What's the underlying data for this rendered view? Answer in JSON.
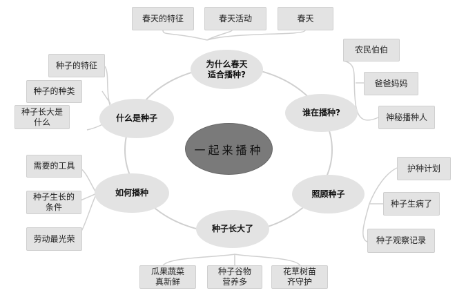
{
  "center": "一起来播种",
  "branches": {
    "why_spring": {
      "label": "为什么春天\n适合播种?",
      "items": [
        "春天的特征",
        "春天活动",
        "春天"
      ]
    },
    "who_sows": {
      "label": "谁在播种?",
      "items": [
        "农民伯伯",
        "爸爸妈妈",
        "神秘播种人"
      ]
    },
    "care": {
      "label": "照顾种子",
      "items": [
        "护种计划",
        "种子生病了",
        "种子观察记录"
      ]
    },
    "grown": {
      "label": "种子长大了",
      "items": [
        "瓜果蔬菜\n真新鲜",
        "种子谷物\n营养多",
        "花草树苗\n齐守护"
      ]
    },
    "how_sow": {
      "label": "如何播种",
      "items": [
        "需要的工具",
        "种子生长的\n条件",
        "劳动最光荣"
      ]
    },
    "what_seed": {
      "label": "什么是种子",
      "items": [
        "种子的特征",
        "种子的种类",
        "种子长大是\n什么"
      ]
    }
  }
}
